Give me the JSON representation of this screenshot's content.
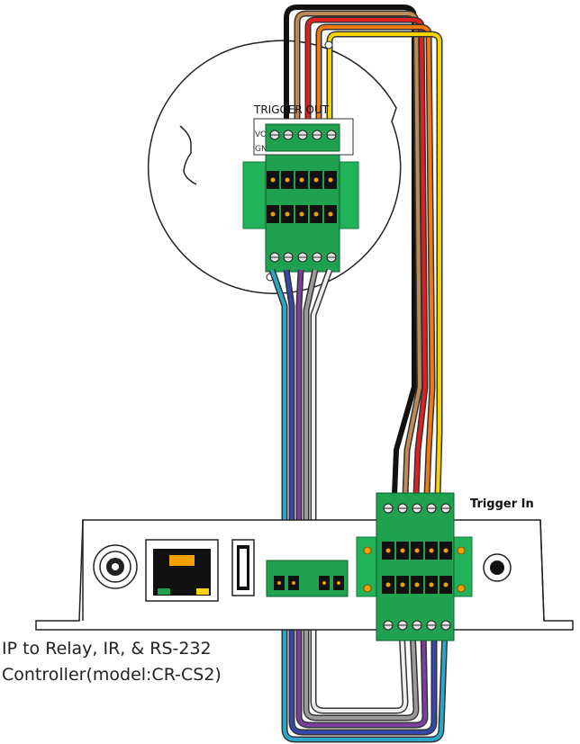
{
  "labels": {
    "top_header": "TRIGGER OUT",
    "top_row1": "VO",
    "top_row2": "GN",
    "trigger_in": "Trigger In",
    "controller_line1": "IP to Relay, IR, & RS-232",
    "controller_line2": "Controller(model:CR-CS2)"
  },
  "colors": {
    "terminal_green": "#1fa14f",
    "terminal_dark": "#137a3a",
    "plate_green": "#22b35a",
    "top_wires": [
      "#111111",
      "#c08a55",
      "#e02020",
      "#f07a10",
      "#f5d400"
    ],
    "bottom_wires": [
      "#2aa7c9",
      "#3548a8",
      "#7b3fa0",
      "#9a9a9a",
      "#d8d8d8"
    ]
  }
}
